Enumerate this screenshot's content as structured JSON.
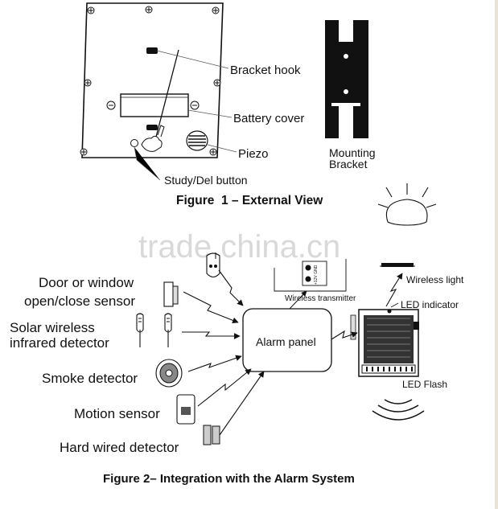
{
  "figure1": {
    "caption": "Figure  1 – External View",
    "labels": {
      "bracket_hook": "Bracket hook",
      "battery_cover": "Battery cover",
      "piezo": "Piezo",
      "study_del_button": "Study/Del button",
      "mounting_bracket_line1": "Mounting",
      "mounting_bracket_line2": "Bracket"
    }
  },
  "watermark": "trade.china.cn",
  "figure2": {
    "caption": "Figure 2– Integration with the Alarm System",
    "alarm_panel": "Alarm panel",
    "wireless_transmitter": "Wireless transmitter",
    "wireless_light": "Wireless light",
    "led_indicator": "LED indicator",
    "led_flash": "LED Flash",
    "transmitter_marks": "+12V GND",
    "detectors": {
      "door_line1": "Door or window",
      "door_line2": "open/close sensor",
      "solar_line1": "Solar wireless",
      "solar_line2": "infrared detector",
      "smoke": "Smoke detector",
      "motion": "Motion sensor",
      "hard_wired": "Hard wired detector"
    }
  }
}
